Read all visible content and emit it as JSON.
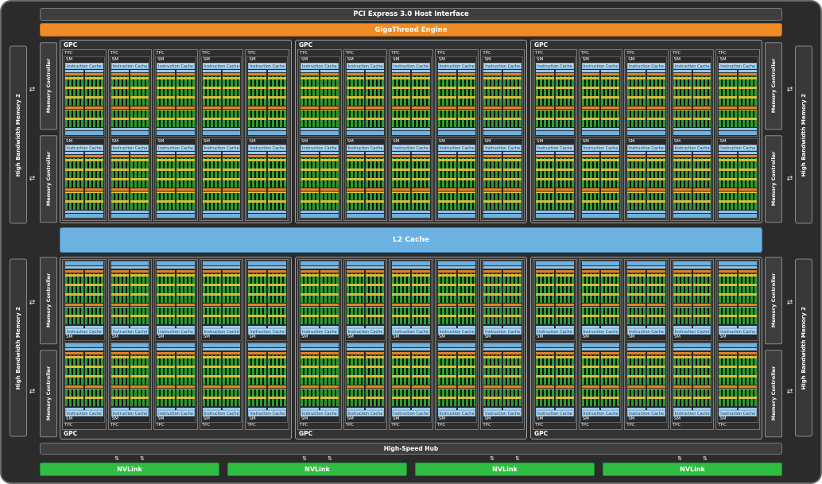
{
  "labels": {
    "pci": "PCI Express 3.0 Host Interface",
    "gigathread": "GigaThread Engine",
    "l2": "L2 Cache",
    "hub": "High-Speed Hub",
    "nvlink": "NVLink",
    "hbm": "High Bandwidth Memory 2",
    "memctrl": "Memory Controller",
    "gpc": "GPC",
    "tpc": "TPC",
    "sm": "SM",
    "icache": "Instruction Cache"
  },
  "structure": {
    "gpc_rows": 2,
    "gpcs_per_row": 3,
    "tpcs_per_gpc": 5,
    "sms_per_tpc": 2,
    "nvlink_count": 4,
    "hbm_per_side": 2,
    "memctrl_per_side": 4,
    "arrows_per_hbm": 2,
    "arrows_per_nvlink": 2
  },
  "icons": {
    "leftright_arrow": "⇄",
    "updown_arrow": "⇅"
  },
  "colors": {
    "gigathread": "#ef8b26",
    "l2": "#6cb2e2",
    "nvlink": "#2fbe41",
    "icache": "#b5d8ee",
    "core_green": "#2e9a33",
    "core_yellow": "#d9bd3e",
    "orange": "#e08428",
    "bar_dark": "#3f3f3f"
  }
}
